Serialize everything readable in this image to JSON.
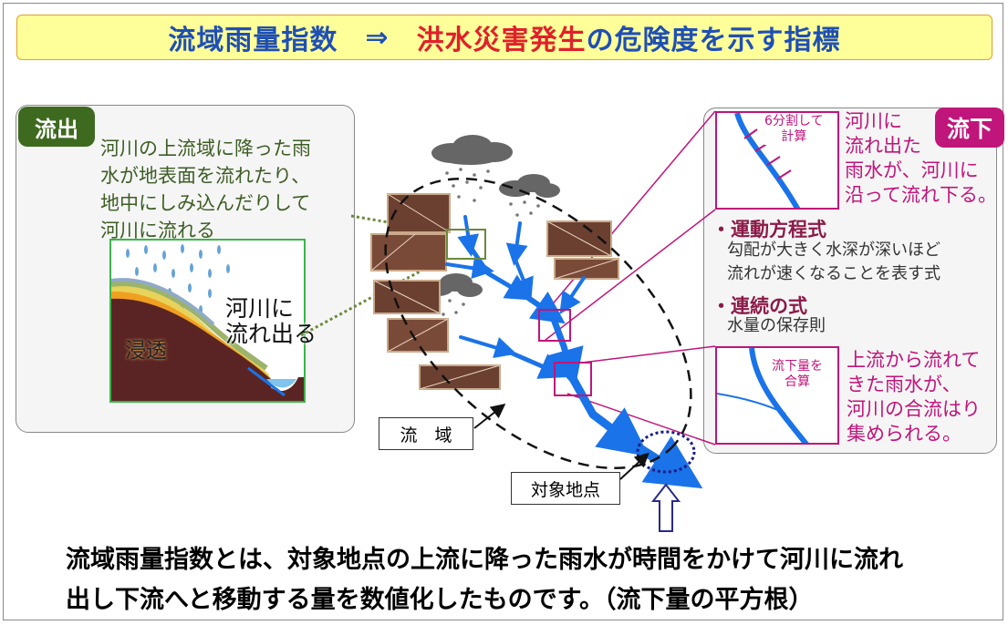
{
  "title": {
    "part1": "流域雨量指数",
    "arrow": "⇒",
    "part2": "洪水災害発生",
    "part3": "の危険度を示す指標"
  },
  "left_panel": {
    "badge": "流出",
    "text_lines": [
      "河川の上流域に降った雨",
      "水が地表面を流れたり、",
      "地中にしみ込んだりして",
      "河川に流れる"
    ],
    "illustration_label_lines": [
      "河川に",
      "流れ出る"
    ],
    "illustration_label_infiltration": "浸透"
  },
  "right_panel": {
    "badge": "流下",
    "inset1_note_lines": [
      "6分割して",
      "計算"
    ],
    "inset1_text_lines": [
      "河川に",
      "流れ出た",
      "雨水が、河川に",
      "沿って流れ下る。"
    ],
    "equation1_title": "・運動方程式",
    "equation1_desc_lines": [
      "勾配が大きく水深が深いほど",
      "流れが速くなることを表す式"
    ],
    "equation2_title": "・連続の式",
    "equation2_desc": "水量の保存則",
    "inset2_note_lines": [
      "流下量を",
      "合算"
    ],
    "inset2_text_lines": [
      "上流から流れて",
      "きた雨水が、",
      "河川の合流はり",
      "集められる。"
    ]
  },
  "labels": {
    "basin": "流　域",
    "target_point": "対象地点"
  },
  "bottom_text_lines": [
    "流域雨量指数とは、対象地点の上流に降った雨水が時間をかけて河川に流れ",
    "出し下流へと移動する量を数値化したものです。（流下量の平方根）"
  ],
  "colors": {
    "title_blue": "#1f4fb5",
    "title_red": "#e0202b",
    "outflow_green": "#3e6a1f",
    "flow_magenta": "#c0157a",
    "river_blue": "#1a73e8"
  },
  "icons": [
    "rain-cloud-icon",
    "river-arrow-icon",
    "upward-arrow-icon"
  ]
}
